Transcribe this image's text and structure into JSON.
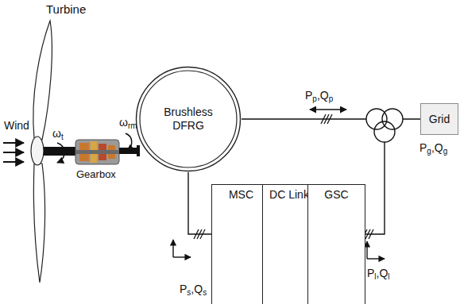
{
  "diagram": {
    "nodes": [
      {
        "text": [
          "Brushless DFRG"
        ]
      },
      {
        "text": [
          "Grid"
        ]
      },
      {
        "text": [
          "MSC"
        ]
      },
      {
        "text": [
          "DC Link"
        ]
      },
      {
        "text": [
          "GSC"
        ]
      }
    ],
    "edges": [
      {
        "from": 0,
        "to": 1,
        "arrow": "none"
      },
      {
        "from": 0,
        "to": 2,
        "arrow": "none"
      }
    ],
    "labels": [
      "Turbine",
      "Wind",
      "ωt",
      "Gearbox",
      "ωrm",
      "Pp,Qp",
      "Pg,Qg",
      "Ps,Qs",
      "Pl,Ql"
    ]
  }
}
